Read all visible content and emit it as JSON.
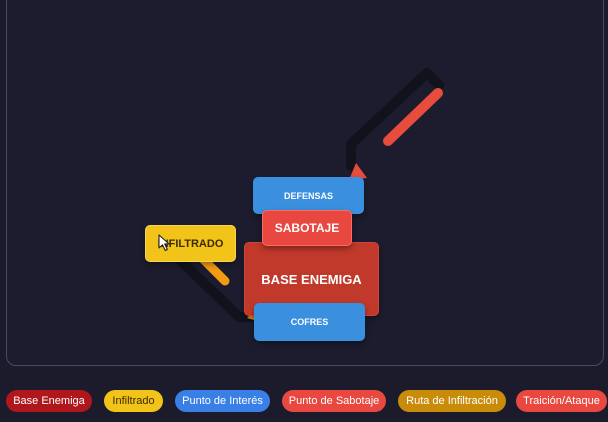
{
  "map": {
    "nodes": {
      "base": {
        "label": "BASE ENEMIGA"
      },
      "defensas": {
        "label": "DEFENSAS"
      },
      "sabotaje": {
        "label": "SABOTAJE"
      },
      "cofres": {
        "label": "COFRES"
      },
      "infiltrado": {
        "label": "INFILTRADO"
      }
    }
  },
  "legend": {
    "items": [
      {
        "label": "Base Enemiga",
        "color": "#b0171c",
        "text_color": "#ffffff"
      },
      {
        "label": "Infiltrado",
        "color": "#f2c318",
        "text_color": "#3a2c00"
      },
      {
        "label": "Punto de Interés",
        "color": "#3a7fe6",
        "text_color": "#ffffff"
      },
      {
        "label": "Punto de Sabotaje",
        "color": "#e8483f",
        "text_color": "#ffffff"
      },
      {
        "label": "Ruta de Infiltración",
        "color": "#c98c0a",
        "text_color": "#ffffff"
      },
      {
        "label": "Traición/Ataque",
        "color": "#e8483f",
        "text_color": "#ffffff"
      }
    ]
  },
  "colors": {
    "infiltration_route": "#f39c12",
    "attack_route": "#e74c3c",
    "path_shadow": "#12121c"
  }
}
